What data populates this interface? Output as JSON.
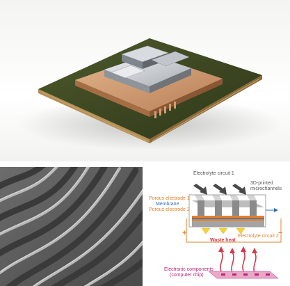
{
  "diagram": {
    "labels": {
      "electrolyte_circuit_1": "Electrolyte circuit 1",
      "printed_microchannels_line1": "3D-printed",
      "printed_microchannels_line2": "microchannels",
      "porous_electrode_1": "Porous electrode 1",
      "membrane": "Membrane",
      "porous_electrode_2": "Porous electrode 2",
      "electrolyte_circuit_2": "Electrolyte circuit 2",
      "waste_heat": "Waste heat",
      "electronic_components_line1": "Electronic components",
      "electronic_components_line2": "(computer chip)",
      "plus_sign": "+",
      "minus_sign": "−"
    },
    "colors": {
      "orange": "#e0812e",
      "blue": "#2f6db7",
      "red": "#d23a4b",
      "magenta": "#b3247b",
      "chip_pink": "#e9a9c6"
    }
  }
}
